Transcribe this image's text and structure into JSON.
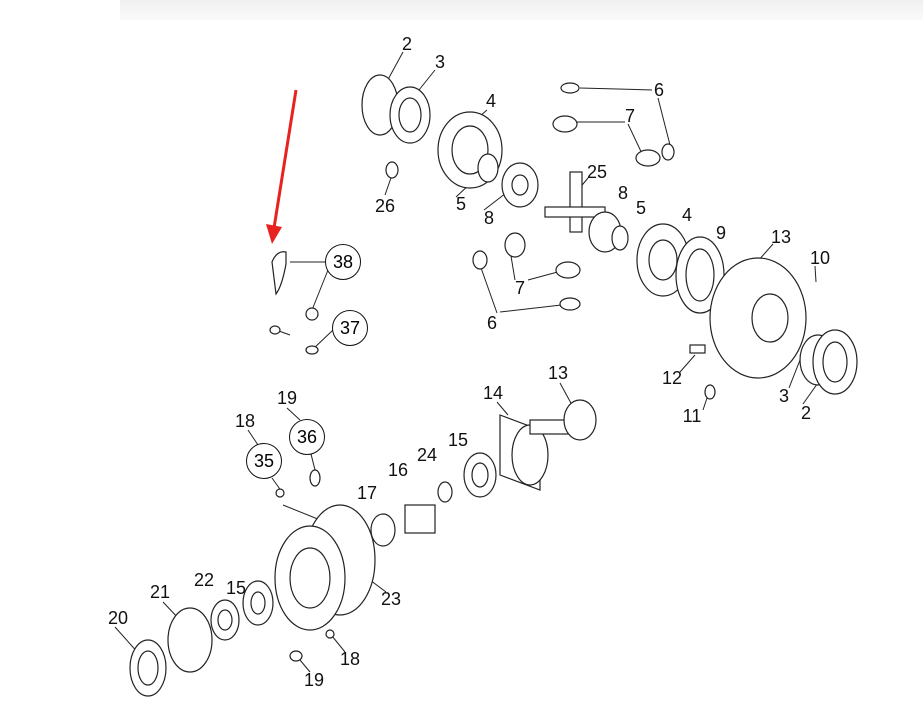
{
  "diagram": {
    "callouts": [
      "2",
      "3",
      "4",
      "6",
      "7",
      "25",
      "8",
      "5",
      "26",
      "5",
      "8",
      "4",
      "9",
      "13",
      "10",
      "7",
      "6",
      "12",
      "3",
      "11",
      "2",
      "19",
      "18",
      "13",
      "14",
      "15",
      "24",
      "16",
      "17",
      "23",
      "15",
      "22",
      "21",
      "20",
      "18",
      "19"
    ],
    "circled_callouts": [
      "38",
      "37",
      "36",
      "35"
    ],
    "colors": {
      "arrow": "#e8231f",
      "line": "#222222"
    }
  }
}
